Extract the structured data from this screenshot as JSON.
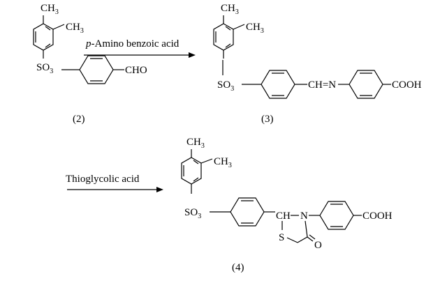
{
  "compound_2": {
    "methyl_1": "CH",
    "methyl_1_sub": "3",
    "methyl_2": "CH",
    "methyl_2_sub": "3",
    "sulfonyl": "SO",
    "sulfonyl_sub": "3",
    "aldehyde": "CHO",
    "number": "(2)"
  },
  "arrow_1": {
    "reagent_italic": "p",
    "reagent_rest": "-Amino benzoic acid"
  },
  "compound_3": {
    "methyl_1": "CH",
    "methyl_1_sub": "3",
    "methyl_2": "CH",
    "methyl_2_sub": "3",
    "sulfonyl": "SO",
    "sulfonyl_sub": "3",
    "imine": "CH=N",
    "acid": "COOH",
    "number": "(3)"
  },
  "arrow_2": {
    "reagent": "Thioglycolic acid"
  },
  "compound_4": {
    "methyl_1": "CH",
    "methyl_1_sub": "3",
    "methyl_2": "CH",
    "methyl_2_sub": "3",
    "sulfonyl": "SO",
    "sulfonyl_sub": "3",
    "ch_group": "CH",
    "nitrogen": "N",
    "sulfur": "S",
    "oxygen": "O",
    "acid": "COOH",
    "number": "(4)"
  }
}
